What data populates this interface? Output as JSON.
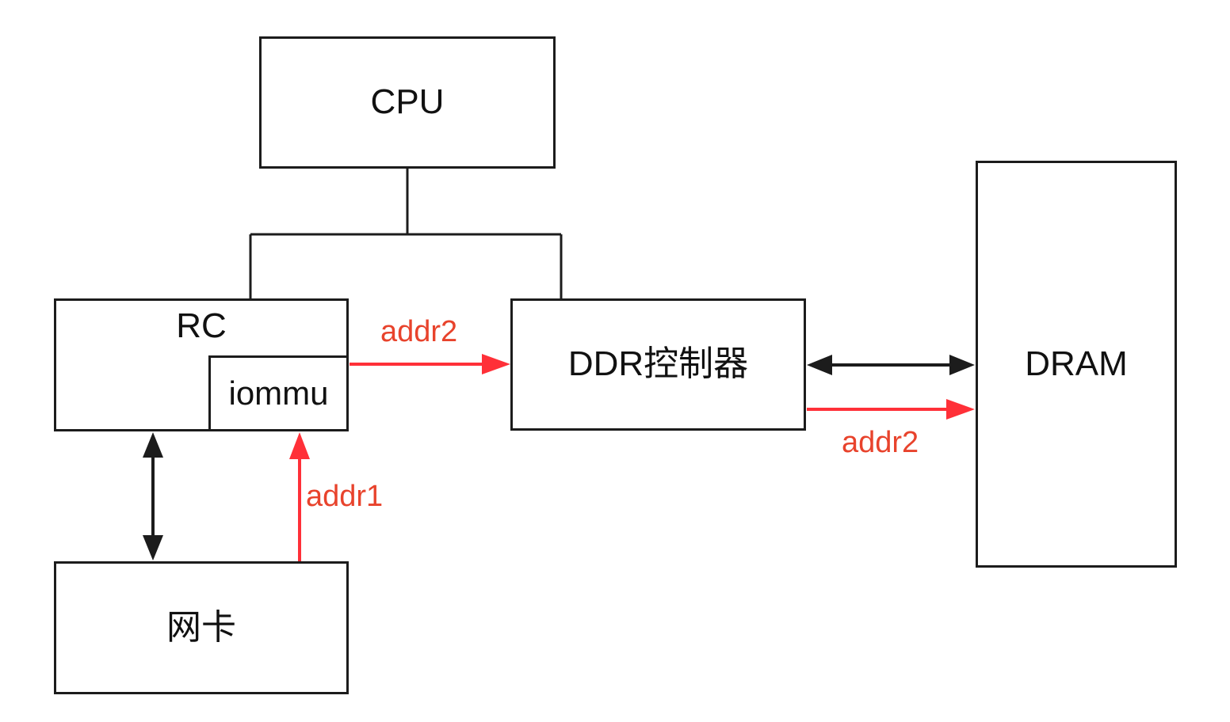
{
  "diagram": {
    "type": "block-diagram",
    "description": "System diagram of DMA address translation: CPU connects to RC (containing iommu) and DDR controller; network card sends addr1 to iommu which outputs addr2 to DDR controller and on to DRAM",
    "nodes": {
      "cpu": {
        "label": "CPU"
      },
      "rc": {
        "label": "RC"
      },
      "iommu": {
        "label": "iommu"
      },
      "ddr": {
        "label": "DDR控制器"
      },
      "dram": {
        "label": "DRAM"
      },
      "nic": {
        "label": "网卡"
      }
    },
    "edges": {
      "cpu_bus": {
        "from": "cpu",
        "to": [
          "rc",
          "ddr"
        ],
        "style": "plain-line",
        "color": "black"
      },
      "rc_to_ddr": {
        "from": "rc/iommu",
        "to": "ddr",
        "style": "arrow",
        "color": "red",
        "label": "addr2"
      },
      "ddr_dram_bus": {
        "from": "ddr",
        "to": "dram",
        "style": "double-arrow",
        "color": "black"
      },
      "ddr_to_dram": {
        "from": "ddr",
        "to": "dram",
        "style": "arrow",
        "color": "red",
        "label": "addr2"
      },
      "rc_nic_bus": {
        "from": "rc",
        "to": "nic",
        "style": "double-arrow",
        "color": "black"
      },
      "nic_to_iommu": {
        "from": "nic",
        "to": "iommu",
        "style": "arrow",
        "color": "red",
        "label": "addr1"
      }
    },
    "labels": {
      "addr2_rc_ddr": "addr2",
      "addr2_ddr_dram": "addr2",
      "addr1": "addr1"
    },
    "colors": {
      "background": "#ffffff",
      "box_border": "#1c1c1c",
      "box_fill": "#ffffff",
      "black_lines": "#1c1c1c",
      "red_arrow": "#ff3038",
      "red_label": "#e8432c"
    }
  }
}
